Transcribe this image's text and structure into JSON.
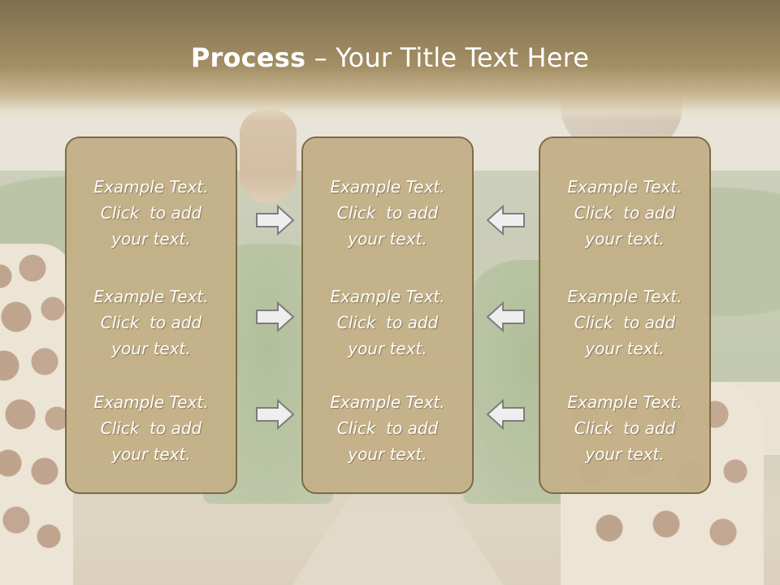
{
  "slide": {
    "title_bold": "Process",
    "title_rest": " – Your Title Text Here"
  },
  "columns": [
    {
      "items": [
        {
          "line1": "Example Text.",
          "line2": "Click  to add",
          "line3": "your text."
        },
        {
          "line1": "Example Text.",
          "line2": "Click  to add",
          "line3": "your text."
        },
        {
          "line1": "Example Text.",
          "line2": "Click  to add",
          "line3": "your text."
        }
      ]
    },
    {
      "items": [
        {
          "line1": "Example Text.",
          "line2": "Click  to add",
          "line3": "your text."
        },
        {
          "line1": "Example Text.",
          "line2": "Click  to add",
          "line3": "your text."
        },
        {
          "line1": "Example Text.",
          "line2": "Click  to add",
          "line3": "your text."
        }
      ]
    },
    {
      "items": [
        {
          "line1": "Example Text.",
          "line2": "Click  to add",
          "line3": "your text."
        },
        {
          "line1": "Example Text.",
          "line2": "Click  to add",
          "line3": "your text."
        },
        {
          "line1": "Example Text.",
          "line2": "Click  to add",
          "line3": "your text."
        }
      ]
    }
  ],
  "arrows": {
    "left_group": [
      "arrow-right-icon",
      "arrow-right-icon",
      "arrow-right-icon"
    ],
    "right_group": [
      "arrow-left-icon",
      "arrow-left-icon",
      "arrow-left-icon"
    ]
  },
  "colors": {
    "header": "#8d7b57",
    "panel_fill": "#c4b189",
    "panel_border": "#7a6843",
    "text": "#ffffff"
  }
}
